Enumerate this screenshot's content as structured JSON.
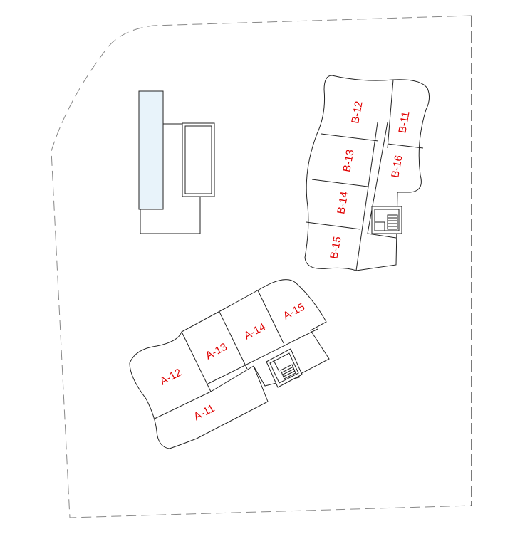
{
  "colors": {
    "label": "#e00000",
    "pool_fill": "#e8f3fa",
    "line": "#222222"
  },
  "block_b": {
    "units": [
      {
        "id": "b12",
        "label": "B-12"
      },
      {
        "id": "b11",
        "label": "B-11"
      },
      {
        "id": "b13",
        "label": "B-13"
      },
      {
        "id": "b16",
        "label": "B-16"
      },
      {
        "id": "b14",
        "label": "B-14"
      },
      {
        "id": "b15",
        "label": "B-15"
      }
    ]
  },
  "block_a": {
    "units": [
      {
        "id": "a15",
        "label": "A-15"
      },
      {
        "id": "a14",
        "label": "A-14"
      },
      {
        "id": "a13",
        "label": "A-13"
      },
      {
        "id": "a12",
        "label": "A-12"
      },
      {
        "id": "a11",
        "label": "A-11"
      }
    ]
  }
}
